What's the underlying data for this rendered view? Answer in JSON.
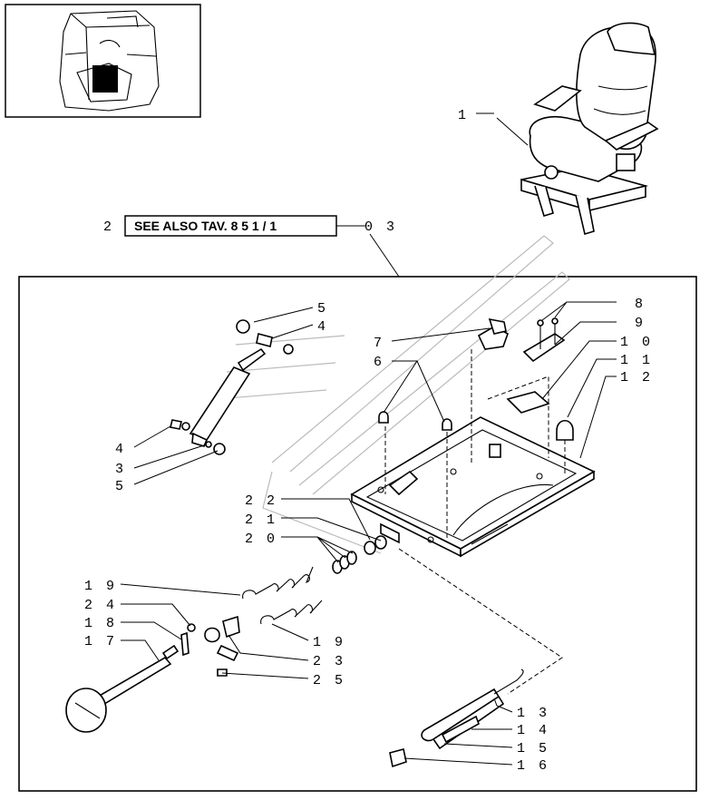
{
  "reference_note": {
    "prefix_number": "2",
    "text": "SEE ALSO TAV. 8 5 1 / 1",
    "suffix": "0 3"
  },
  "callouts": [
    {
      "id": "c1",
      "label": "1"
    },
    {
      "id": "c4a",
      "label": "4"
    },
    {
      "id": "c5a",
      "label": "5"
    },
    {
      "id": "c4b",
      "label": "4"
    },
    {
      "id": "c3",
      "label": "3"
    },
    {
      "id": "c5b",
      "label": "5"
    },
    {
      "id": "c7",
      "label": "7"
    },
    {
      "id": "c6",
      "label": "6"
    },
    {
      "id": "c8",
      "label": "8"
    },
    {
      "id": "c9",
      "label": "9"
    },
    {
      "id": "c10",
      "label": "1 0"
    },
    {
      "id": "c11",
      "label": "1 1"
    },
    {
      "id": "c12",
      "label": "1 2"
    },
    {
      "id": "c22",
      "label": "2 2"
    },
    {
      "id": "c21",
      "label": "2 1"
    },
    {
      "id": "c20",
      "label": "2 0"
    },
    {
      "id": "c19a",
      "label": "1 9"
    },
    {
      "id": "c24",
      "label": "2 4"
    },
    {
      "id": "c18",
      "label": "1 8"
    },
    {
      "id": "c17",
      "label": "1 7"
    },
    {
      "id": "c19b",
      "label": "1 9"
    },
    {
      "id": "c23",
      "label": "2 3"
    },
    {
      "id": "c25",
      "label": "2 5"
    },
    {
      "id": "c13",
      "label": "1 3"
    },
    {
      "id": "c14",
      "label": "1 4"
    },
    {
      "id": "c15",
      "label": "1 5"
    },
    {
      "id": "c16",
      "label": "1 6"
    }
  ]
}
